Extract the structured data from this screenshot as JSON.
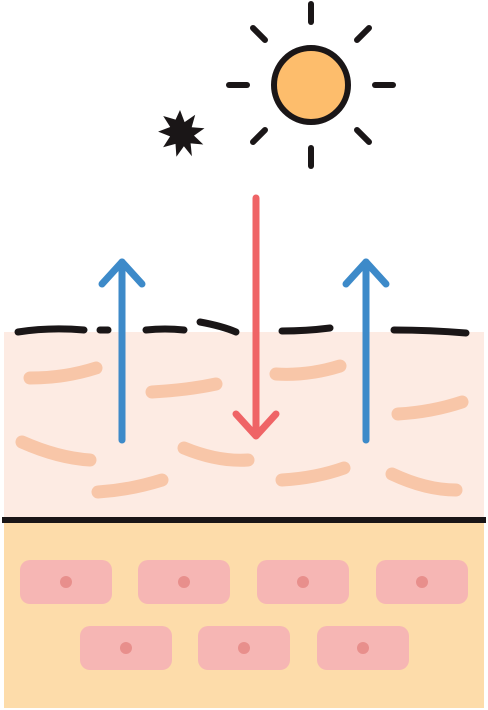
{
  "colors": {
    "outline": "#1a1617",
    "sun_fill": "#fdbd6c",
    "epidermis_fill": "#fdebe3",
    "epidermis_fiber": "#f8c6a8",
    "dermis_fill": "#fddcaa",
    "cell_fill": "#f6b6b4",
    "cell_nucleus": "#e88f8c",
    "incoming_ray": "#ef6466",
    "reflected_ray": "#3d8ac9"
  },
  "icons": {
    "sun": "sun-icon",
    "small_star": "starburst-icon"
  },
  "diagram": {
    "layers": [
      "epidermis",
      "dermis"
    ],
    "rays": {
      "incoming": {
        "direction": "down",
        "count": 1
      },
      "reflected": {
        "direction": "up",
        "count": 2
      }
    },
    "dermis_cells": 7
  }
}
